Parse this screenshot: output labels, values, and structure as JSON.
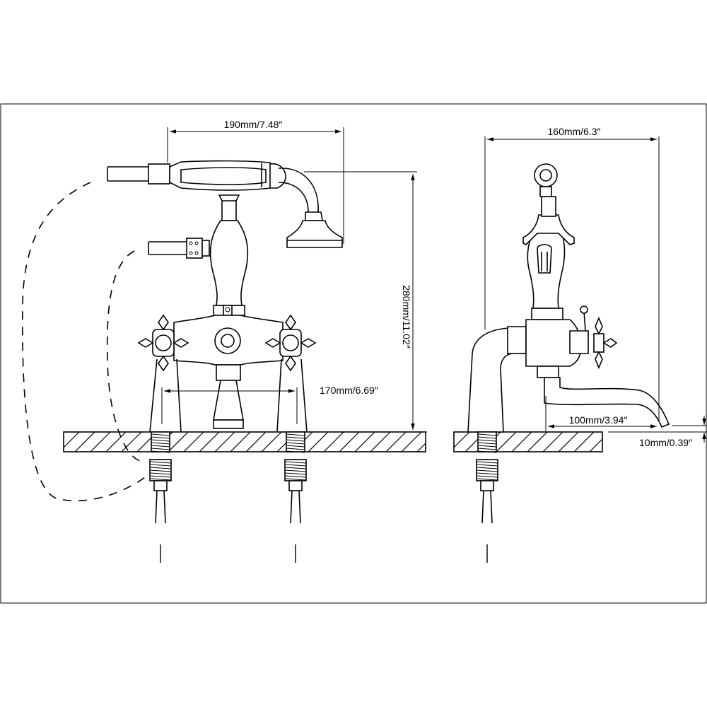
{
  "dimensions": {
    "overall_width_front": "190mm/7.48″",
    "overall_height": "280mm/11.02″",
    "center_spacing": "170mm/6.69″",
    "overall_width_side": "160mm/6.3″",
    "spout_reach": "100mm/3.94″",
    "spout_drop": "10mm/0.39″"
  },
  "colors": {
    "line": "#000000",
    "background": "#ffffff"
  }
}
